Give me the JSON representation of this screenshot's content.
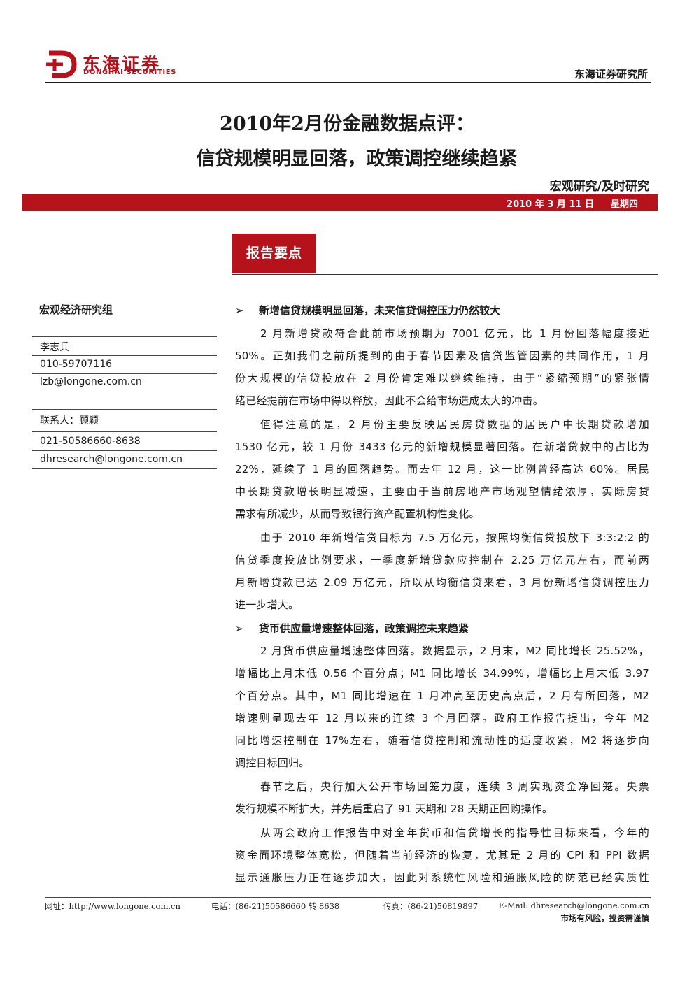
{
  "header": {
    "logo_cn": "东海证券",
    "logo_en": "DONGHAI SECURITIES",
    "institute": "东海证券研究所"
  },
  "title": {
    "line1": "2010年2月份金融数据点评：",
    "line2": "信贷规模明显回落，政策调控继续趋紧"
  },
  "category": "宏观研究/及时研究",
  "date": {
    "text": "2010 年 3 月 11 日",
    "weekday": "星期四"
  },
  "key_points_label": "报告要点",
  "sidebar": {
    "group": "宏观经济研究组",
    "analyst": {
      "name": "李志兵",
      "phone": "010-59707116",
      "email": "lzb@longone.com.cn"
    },
    "contact": {
      "label": "联系人：顾颖",
      "phone": "021-50586660-8638",
      "email": "dhresearch@longone.com.cn"
    }
  },
  "sections": [
    {
      "heading": "新增信贷规模明显回落，未来信贷调控压力仍然较大",
      "paragraphs": [
        [
          "2 月新增贷款符合此前市场预期为 7001 亿元，比 1 月份回落幅度接近",
          "50%。正如我们之前所提到的由于春节因素及信贷监管因素的共同作用，1 月",
          "份大规模的信贷投放在 2 月份肯定难以继续维持，由于“紧缩预期”的紧张情",
          "绪已经提前在市场中得以释放，因此不会给市场造成太大的冲击。"
        ],
        [
          "值得注意的是，2 月份主要反映居民房贷数据的居民户中长期贷款增加",
          "1530 亿元，较 1 月份 3433 亿元的新增规模显著回落。在新增贷款中的占比为",
          "22%，延续了 1 月的回落趋势。而去年 12 月，这一比例曾经高达 60%。居民",
          "中长期贷款增长明显减速，主要由于当前房地产市场观望情绪浓厚，实际房贷",
          "需求有所减少，从而导致银行资产配置机构性变化。"
        ],
        [
          "由于 2010 年新增信贷目标为 7.5 万亿元，按照均衡信贷投放下 3:3:2:2 的",
          "信贷季度投放比例要求，一季度新增贷款应控制在 2.25 万亿元左右，而前两",
          "月新增贷款已达 2.09 万亿元，所以从均衡信贷来看，3 月份新增信贷调控压力",
          "进一步增大。"
        ]
      ]
    },
    {
      "heading": "货币供应量增速整体回落，政策调控未来趋紧",
      "paragraphs": [
        [
          "2 月货币供应量增速整体回落。数据显示，2 月末，M2 同比增长 25.52%，",
          "增幅比上月末低 0.56 个百分点；M1 同比增长 34.99%，增幅比上月末低 3.97",
          "个百分点。其中，M1 同比增速在 1 月冲高至历史高点后，2 月有所回落，M2",
          "增速则呈现去年 12 月以来的连续 3 个月回落。政府工作报告提出，今年 M2",
          "同比增速控制在 17%左右，随着信贷控制和流动性的适度收紧，M2 将逐步向",
          "调控目标回归。"
        ],
        [
          "春节之后，央行加大公开市场回笼力度，连续 3 周实现资金净回笼。央票",
          "发行规模不断扩大，并先后重启了 91 天期和 28 天期正回购操作。"
        ],
        [
          "从两会政府工作报告中对全年货币和信贷增长的指导性目标来看，今年的",
          "资金面环境整体宽松，但随着当前经济的恢复，尤其是 2 月的 CPI 和 PPI 数据",
          "显示通胀压力正在逐步加大，因此对系统性风险和通胀风险的防范已经实质性"
        ]
      ]
    }
  ],
  "footer": {
    "website": "网址：http://www.longone.com.cn",
    "phone": "电话：(86-21)50586660 转 8638",
    "fax": "传真：(86-21)50819897",
    "email": "E-Mail: dhresearch@longone.com.cn",
    "note": "市场有风险，投资需谨慎"
  },
  "colors": {
    "brand_red": "#b5121b"
  }
}
